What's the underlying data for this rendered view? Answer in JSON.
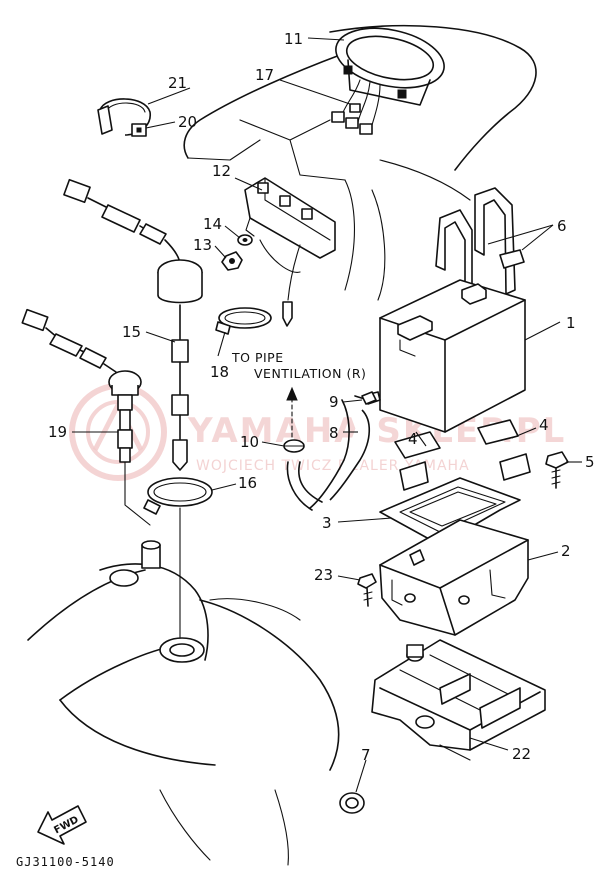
{
  "callouts": {
    "c1": "1",
    "c2": "2",
    "c3": "3",
    "c4a": "4",
    "c4b": "4",
    "c5": "5",
    "c6": "6",
    "c7": "7",
    "c8": "8",
    "c9": "9",
    "c10": "10",
    "c11": "11",
    "c12": "12",
    "c13": "13",
    "c14": "14",
    "c15": "15",
    "c16": "16",
    "c17": "17",
    "c18": "18",
    "c19": "19",
    "c20": "20",
    "c21": "21",
    "c22": "22",
    "c23": "23"
  },
  "note": {
    "line1": "TO PIPE",
    "line2": "VENTILATION (R)"
  },
  "fwd_label": "FWD",
  "figure_code": "GJ31100-5140",
  "watermark": {
    "brand": "YAMAHA SKLEP.PL",
    "sub": "WOJCIECH TWICZ DEALER YAMAHA",
    "logo": "watermark-logo-icon"
  }
}
